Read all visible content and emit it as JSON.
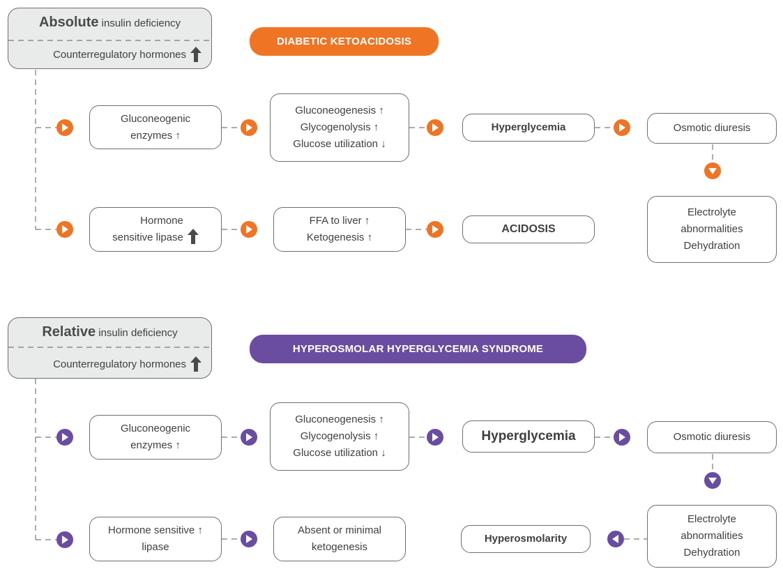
{
  "colors": {
    "dka": "#ef7424",
    "hhs": "#6a4da0",
    "line": "#7a7a7a",
    "header_bg": "#e9ebeb"
  },
  "dka": {
    "header": {
      "keyword": "Absolute",
      "rest": " insulin deficiency",
      "hormones": "Counterregulatory hormones"
    },
    "title": "DIABETIC KETOACIDOSIS",
    "gluconeogenic": "Gluconeogenic\nenzymes ↑",
    "glucose_effects": "Gluconeogenesis ↑\nGlycogenolysis ↑\nGlucose utilization ↓",
    "hyperglycemia": "Hyperglycemia",
    "osmotic": "Osmotic diuresis",
    "lipase": "Hormone\nsensitive lipase",
    "ffa": "FFA to liver ↑\nKetogenesis ↑",
    "acidosis": "ACIDOSIS",
    "electrolyte": "Electrolyte\nabnormalities\nDehydration"
  },
  "hhs": {
    "header": {
      "keyword": "Relative",
      "rest": " insulin deficiency",
      "hormones": "Counterregulatory hormones"
    },
    "title": "HYPEROSMOLAR HYPERGLYCEMIA SYNDROME",
    "gluconeogenic": "Gluconeogenic\nenzymes ↑",
    "glucose_effects": "Gluconeogenesis ↑\nGlycogenolysis ↑\nGlucose utilization ↓",
    "hyperglycemia": "Hyperglycemia",
    "osmotic": "Osmotic diuresis",
    "lipase": "Hormone sensitive ↑\nlipase",
    "ketogenesis": "Absent or minimal\nketogenesis",
    "hyperosmolarity": "Hyperosmolarity",
    "electrolyte": "Electrolyte\nabnormalities\nDehydration"
  },
  "icons": {
    "play": "play-icon",
    "down": "down-triangle-icon",
    "left": "left-triangle-icon",
    "up": "up-arrow-icon"
  }
}
